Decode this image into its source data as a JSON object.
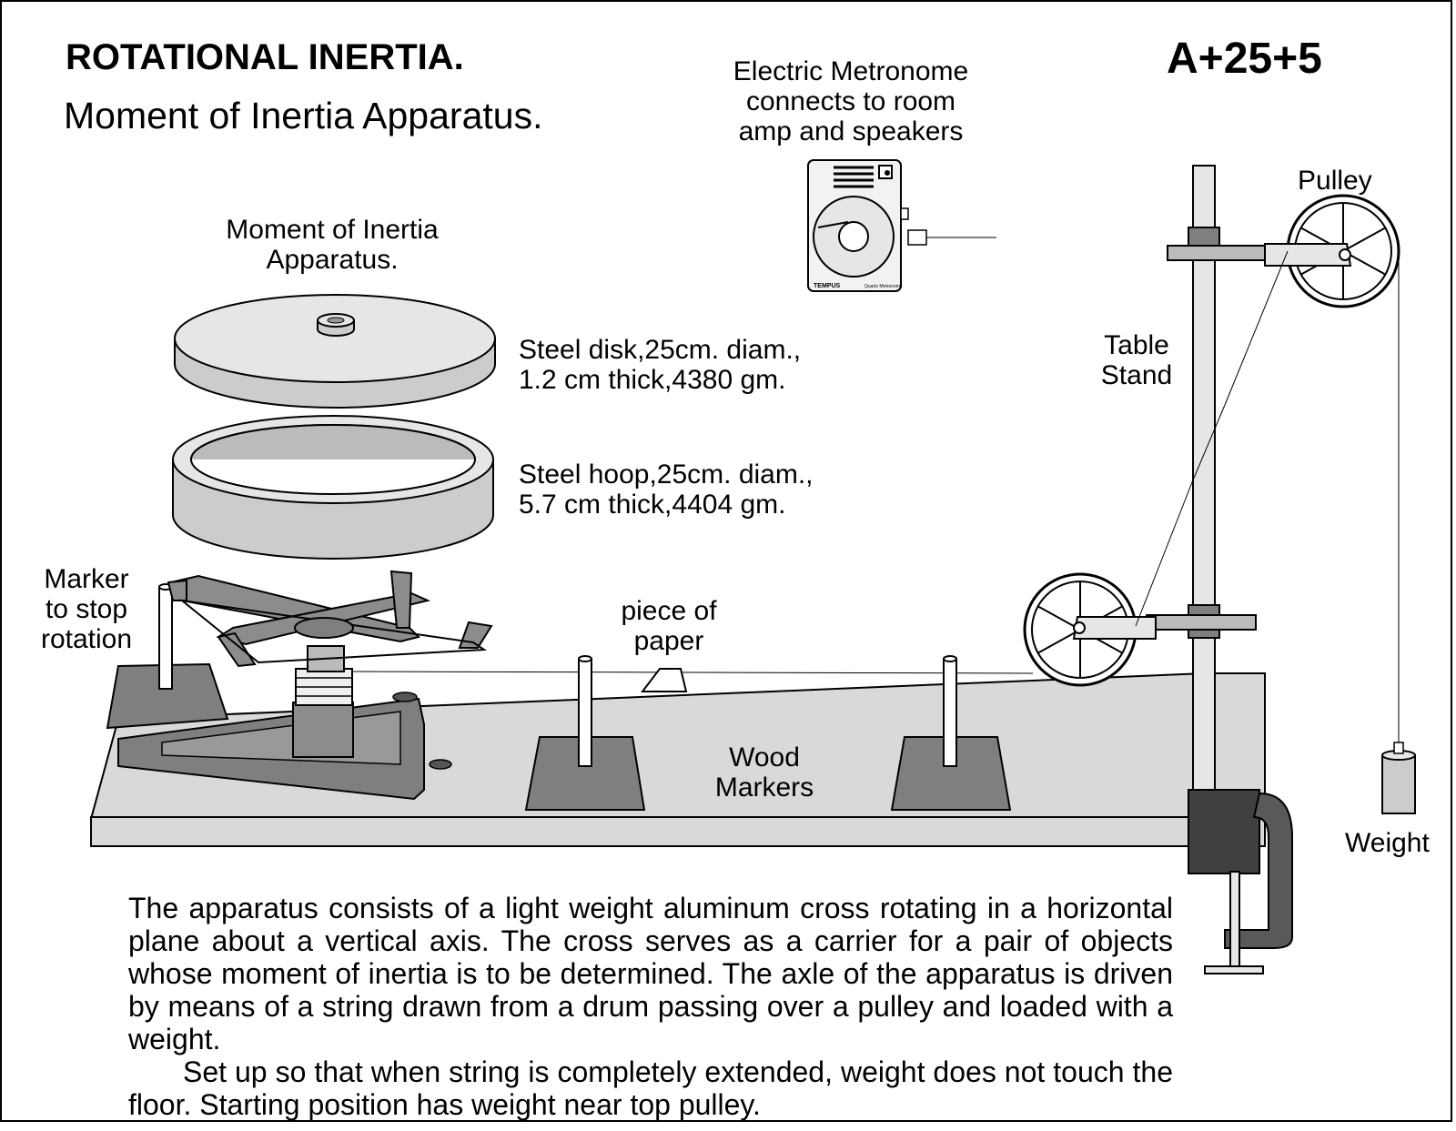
{
  "header": {
    "title": "ROTATIONAL INERTIA.",
    "subtitle": "Moment of Inertia Apparatus.",
    "code": "A+25+5"
  },
  "labels": {
    "metronome": [
      "Electric Metronome",
      "connects to room",
      "amp and speakers"
    ],
    "apparatus": [
      "Moment of Inertia",
      "Apparatus."
    ],
    "disk": [
      "Steel disk,25cm. diam.,",
      "1.2 cm thick,4380 gm."
    ],
    "hoop": [
      "Steel hoop,25cm. diam.,",
      "5.7 cm thick,4404 gm."
    ],
    "pulley": "Pulley",
    "table_stand": [
      "Table",
      "Stand"
    ],
    "marker": [
      "Marker",
      "to stop",
      "rotation"
    ],
    "paper": [
      "piece of",
      "paper"
    ],
    "wood_markers": [
      "Wood",
      "Markers"
    ],
    "weight": "Weight"
  },
  "metronome_brand": "TEMPUS",
  "metronome_model": "Quartz Metronome",
  "description": [
    "The apparatus consists of a light weight aluminum cross rotating in a horizontal plane about a vertical axis.  The cross serves as a carrier for a pair of objects whose moment of inertia is to be determined. The axle of the apparatus is driven by means of a string drawn from  a drum passing over a pulley and loaded with a weight.",
    "Set up so that when string is completely extended, weight does not touch the floor. Starting position has weight near top pulley."
  ]
}
